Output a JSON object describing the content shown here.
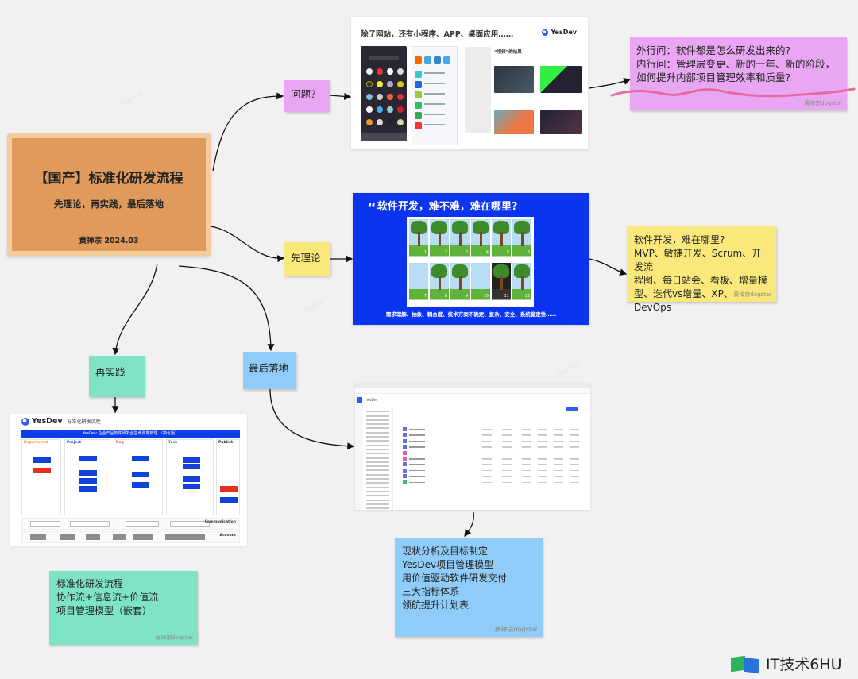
{
  "root": {
    "title": "【国产】标准化研发流程",
    "subtitle": "先理论，再实践，最后落地",
    "author": "黄禅宗 2024.03"
  },
  "nodes": {
    "question": {
      "label": "问题？",
      "color": "#e9a6f2"
    },
    "theory": {
      "label": "先理论",
      "color": "#fae97a"
    },
    "practice": {
      "label": "再实践",
      "color": "#7fe3c6"
    },
    "landing": {
      "label": "最后落地",
      "color": "#90ccf9"
    }
  },
  "notes": {
    "question_detail": {
      "lines": [
        "外行问：软件都是怎么研发出来的?",
        "内行问：管理层变更、新的一年、新的阶段，",
        "如何提升内部项目管理效率和质量?"
      ],
      "signature": "黄禅宗dogstar"
    },
    "theory_detail": {
      "lines": [
        "软件开发，难在哪里?",
        "MVP、敏捷开发、Scrum、开发流",
        "程图、每日站会、看板、增量模",
        "型、迭代vs增量、XP、DevOps"
      ],
      "signature": "黄禅宗dogstar"
    },
    "practice_detail": {
      "lines": [
        "标准化研发流程",
        "协作流+信息流+价值流",
        "项目管理模型（嵌套）"
      ],
      "signature": "黄禅宗dogstar"
    },
    "landing_detail": {
      "lines": [
        "现状分析及目标制定",
        "YesDev项目管理模型",
        "用价值驱动软件研发交付",
        "三大指标体系",
        "领航提升计划表"
      ],
      "signature": "黄禅宗dogstar"
    }
  },
  "slides": {
    "apps": {
      "title": "除了网站，还有小程序、APP、桌面应用……",
      "logo": "YesDev",
      "search_result_label": "“视频”的结果"
    },
    "difficulty": {
      "quote_mark": "“",
      "title": "软件开发，难不难，难在哪里?",
      "panel_numbers": [
        "1",
        "2",
        "3",
        "4",
        "5",
        "6",
        "7",
        "8",
        "9",
        "10",
        "11",
        "12"
      ],
      "caption": "需求理解、抽象、耦合度、技术方案不确定、复杂、安全、系统稳定性……"
    },
    "process": {
      "logo": "YesDev",
      "logo_sub": "标准化研发流程",
      "band": "YesDev 企业产品软件研发全生命周期管理 （简化版）",
      "columns": [
        "Department",
        "Project",
        "Req",
        "Task",
        "Publish"
      ],
      "rows": [
        "Communication",
        "Account"
      ]
    },
    "browser": {
      "app": "YesDev"
    }
  },
  "brand": {
    "name": "IT技术6HU"
  }
}
